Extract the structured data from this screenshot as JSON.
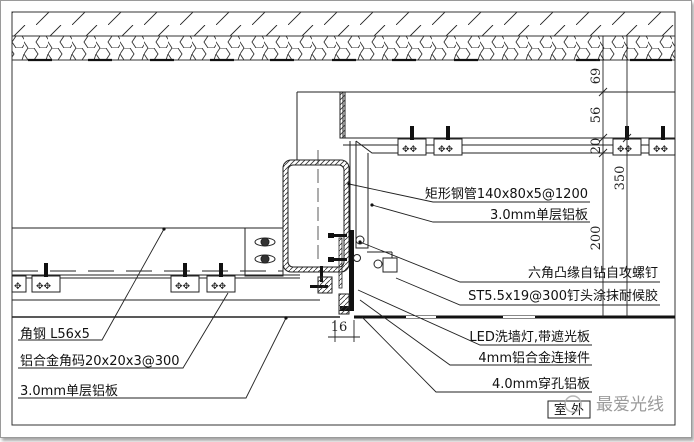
{
  "drawing": {
    "labels_right": [
      "矩形钢管140x80x5@1200",
      "3.0mm单层铝板",
      "六角凸缘自钻自攻螺钉",
      "ST5.5x19@300钉头涂抹耐候胶",
      "LED洗墙灯,带遮光板",
      "4mm铝合金连接件",
      "4.0mm穿孔铝板"
    ],
    "labels_left": [
      "角钢 L56x5",
      "铝合金角码20x20x3@300",
      "3.0mm单层铝板"
    ],
    "dimensions": {
      "d69": "69",
      "d56": "56",
      "d20": "20",
      "d350": "350",
      "d200": "200",
      "d16": "16"
    },
    "room_tag": "室 外",
    "watermark": "最爱光线",
    "line_color": "#1a1a1a"
  }
}
